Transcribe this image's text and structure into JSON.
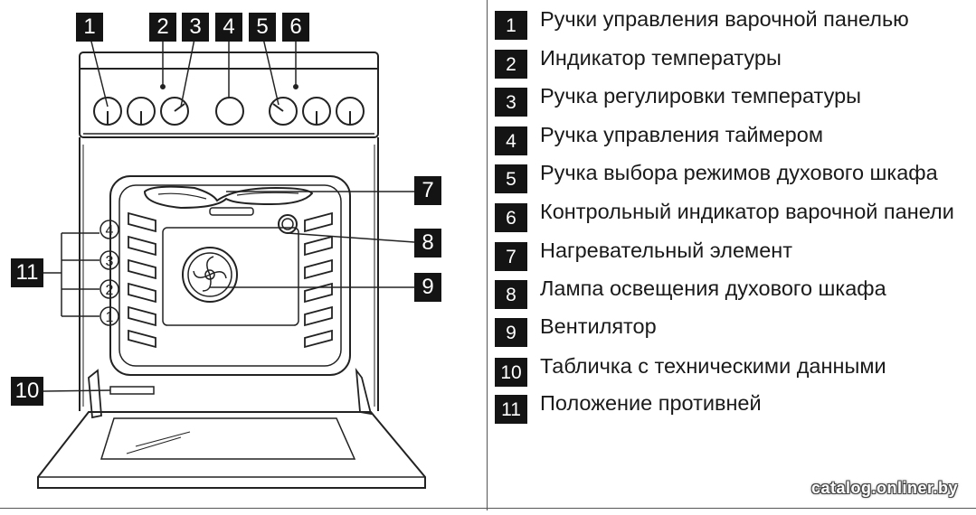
{
  "callouts": [
    "1",
    "2",
    "3",
    "4",
    "5",
    "6",
    "7",
    "8",
    "9",
    "10",
    "11"
  ],
  "shelf_positions": [
    "4",
    "3",
    "2",
    "1"
  ],
  "legend": [
    {
      "num": "1",
      "text": "Ручки управления варочной панелью"
    },
    {
      "num": "2",
      "text": "Индикатор температуры"
    },
    {
      "num": "3",
      "text": "Ручка регулировки температуры"
    },
    {
      "num": "4",
      "text": "Ручка управления таймером"
    },
    {
      "num": "5",
      "text": "Ручка выбора режимов духового шкафа"
    },
    {
      "num": "6",
      "text": "Контрольный индикатор варочной панели"
    },
    {
      "num": "7",
      "text": "Нагревательный элемент"
    },
    {
      "num": "8",
      "text": "Лампа освещения духового шкафа"
    },
    {
      "num": "9",
      "text": "Вентилятор"
    },
    {
      "num": "10",
      "text": "Табличка с техническими данными"
    },
    {
      "num": "11",
      "text": "Положение противней"
    }
  ],
  "watermark": "catalog.onliner.by"
}
